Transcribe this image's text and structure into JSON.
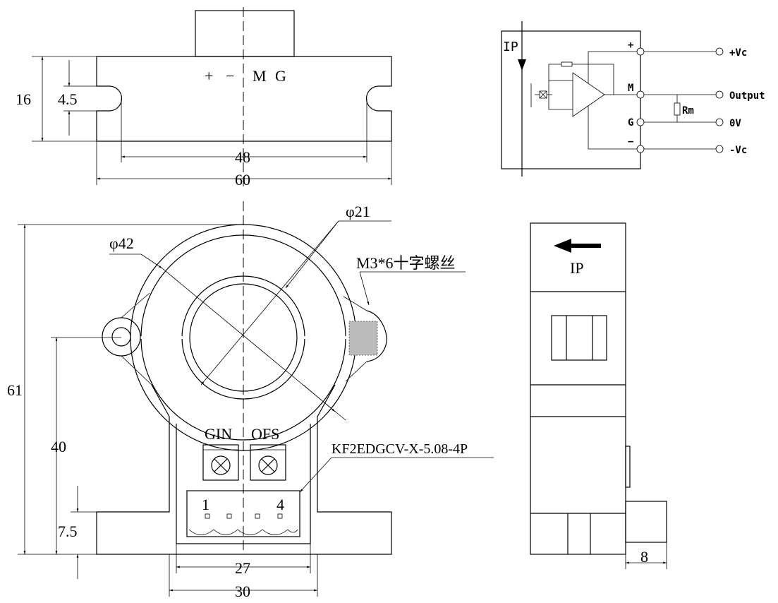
{
  "top_view": {
    "pin_labels": [
      "+",
      "−",
      "M",
      "G"
    ],
    "dims": {
      "height": "16",
      "slot": "4.5",
      "slot_spacing": "48",
      "width": "60"
    }
  },
  "front_view": {
    "dims": {
      "inner_diameter": "φ21",
      "outer_diameter": "φ42",
      "height": "61",
      "mount_height": "40",
      "flange": "7.5",
      "inner_width": "27",
      "base_width": "30"
    },
    "screw_label": "M3*6十字螺丝",
    "trimmers": [
      "GIN",
      "OFS"
    ],
    "connector_label": "KF2EDGCV-X-5.08-4P",
    "connector_pins": [
      "1",
      "4"
    ]
  },
  "side_view": {
    "current_label": "IP",
    "dims": {
      "connector_depth": "8"
    }
  },
  "circuit": {
    "current_label": "IP",
    "terminal_labels": [
      "+",
      "M",
      "G",
      "−"
    ],
    "outputs": [
      "+Vc",
      "Output",
      "0V",
      "-Vc"
    ],
    "resistor_label": "Rm"
  }
}
